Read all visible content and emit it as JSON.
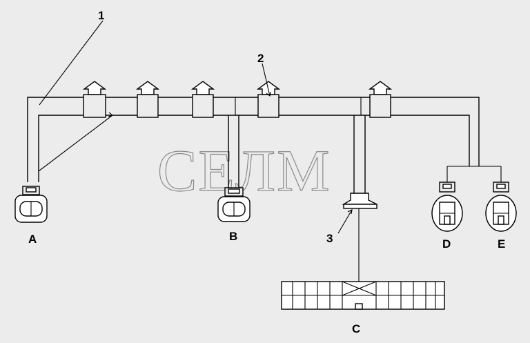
{
  "callouts": {
    "c1": "1",
    "c2": "2",
    "c3": "3"
  },
  "connectors": {
    "a": "A",
    "b": "B",
    "c": "C",
    "d": "D",
    "e": "E"
  },
  "watermark": "СЕЛМ"
}
